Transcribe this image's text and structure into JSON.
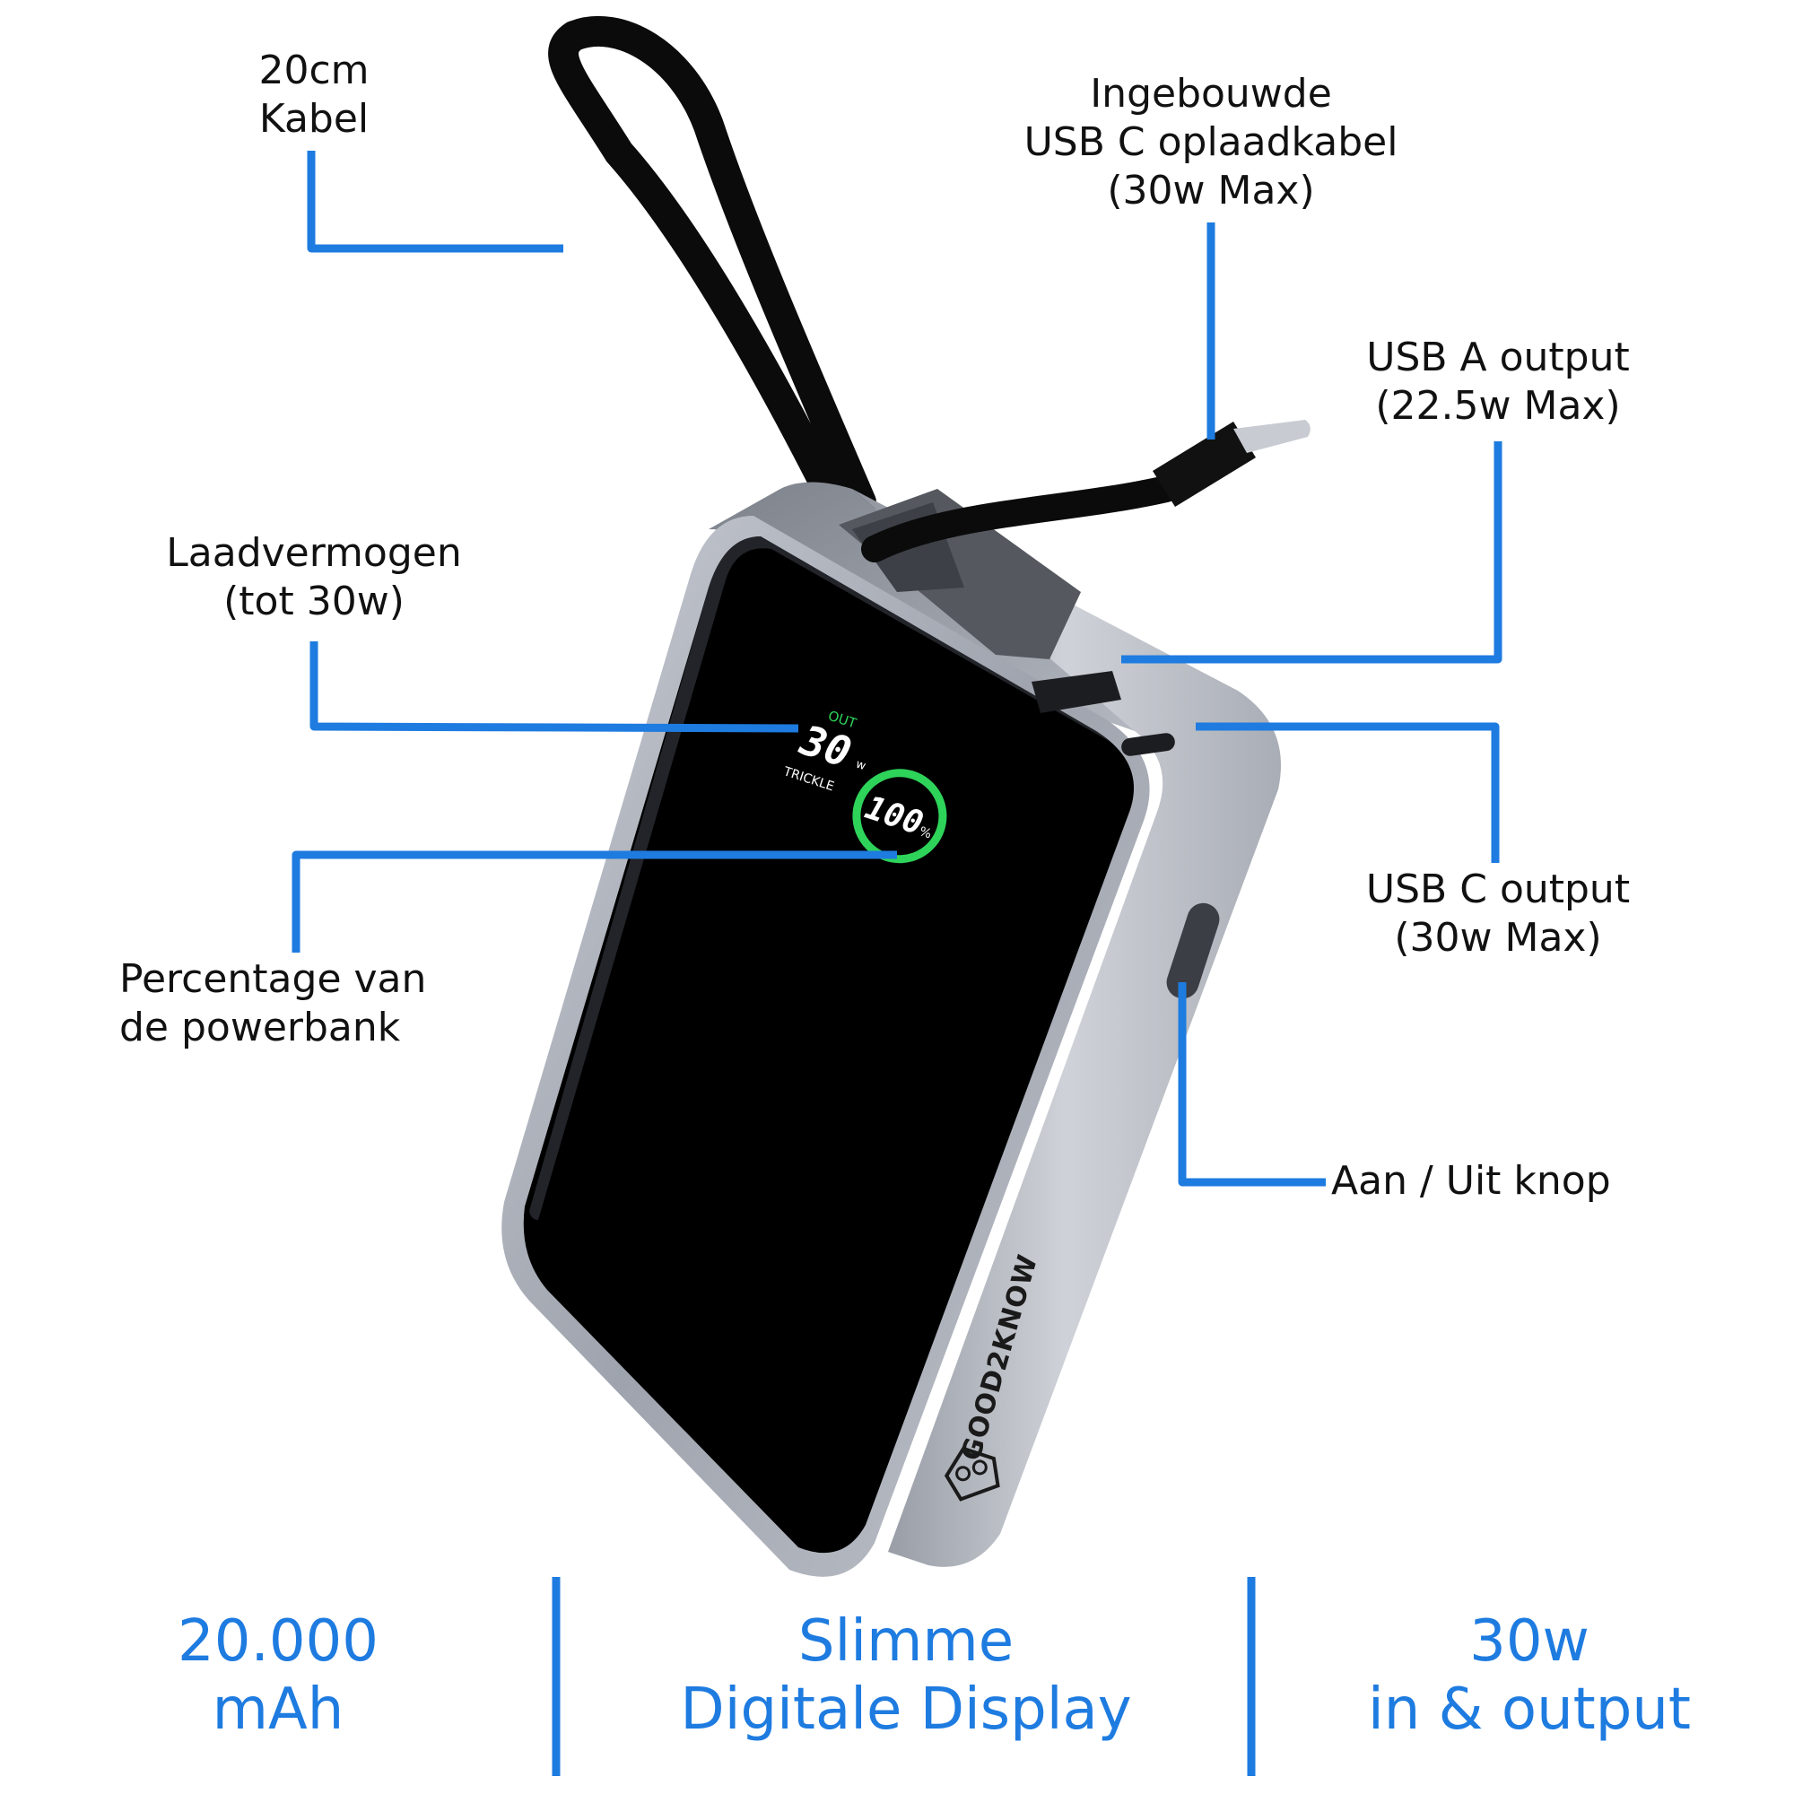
{
  "callouts": {
    "cable_length": [
      "20cm",
      "Kabel"
    ],
    "builtin_cable": [
      "Ingebouwde",
      "USB C oplaadkabel",
      "(30w Max)"
    ],
    "usb_a": [
      "USB A output",
      "(22.5w Max)"
    ],
    "charging_power": [
      "Laadvermogen",
      "(tot 30w)"
    ],
    "usb_c": [
      "USB C output",
      "(30w Max)"
    ],
    "percentage": [
      "Percentage van",
      "de powerbank"
    ],
    "power_button": "Aan / Uit knop"
  },
  "display": {
    "mode": "OUT",
    "power_value": "30",
    "power_unit": "w",
    "status": "TRICKLE",
    "percent_value": "100",
    "percent_unit": "%"
  },
  "brand": "GOOD2KNOW",
  "features": [
    [
      "20.000",
      "mAh"
    ],
    [
      "Slimme",
      "Digitale Display"
    ],
    [
      "30w",
      "in & output"
    ]
  ],
  "colors": {
    "accent": "#1e7be0",
    "device_frame": "#b8bcc6",
    "screen": "#000000",
    "display_green": "#2ed35a"
  }
}
